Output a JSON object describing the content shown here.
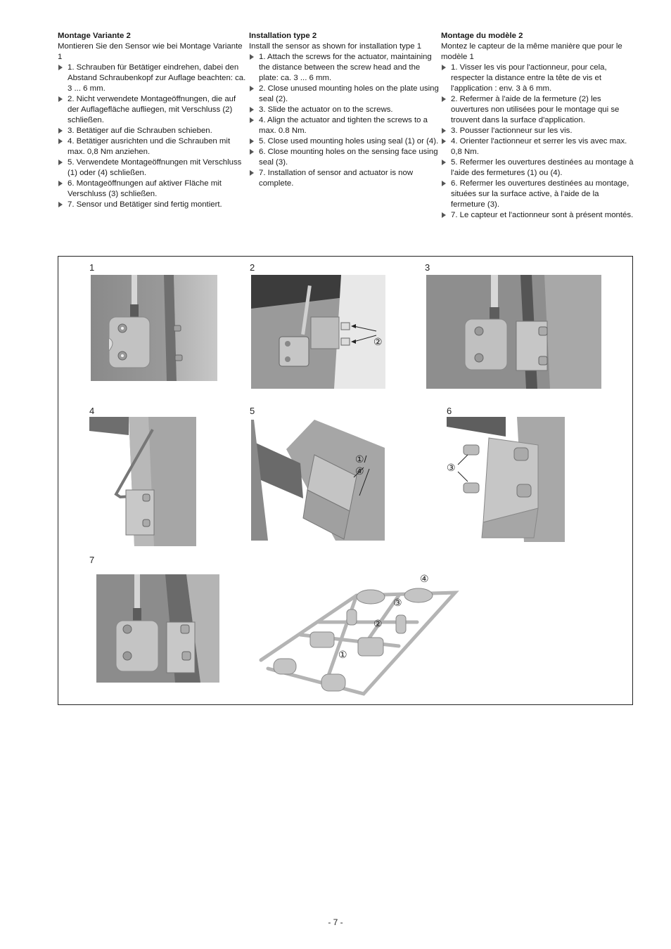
{
  "columns": [
    {
      "title": "Montage Variante 2",
      "intro": "Montieren Sie den Sensor wie bei Montage Variante 1",
      "steps": [
        "1. Schrauben für Betätiger eindrehen, dabei den Abstand Schraubenkopf zur Auflage beachten: ca. 3 ... 6 mm.",
        "2. Nicht verwendete Montageöffnungen, die auf der Auflagefläche aufliegen, mit Verschluss (2) schließen.",
        "3. Betätiger auf die Schrauben schieben.",
        "4. Betätiger ausrichten und die Schrauben mit max. 0,8 Nm anziehen.",
        "5. Verwendete Montageöffnungen mit Verschluss (1) oder (4) schließen.",
        "6. Montageöffnungen auf aktiver Fläche mit Verschluss (3) schließen.",
        "7. Sensor und Betätiger sind fertig montiert."
      ]
    },
    {
      "title": "Installation type 2",
      "intro": "Install the sensor as shown for installation type 1",
      "steps": [
        "1. Attach the screws for the actuator, maintaining the distance between the screw head and the plate: ca. 3 ... 6 mm.",
        "2. Close unused mounting holes on the plate using seal (2).",
        "3. Slide the actuator on to the screws.",
        "4. Align the actuator and tighten the screws to a max. 0.8 Nm.",
        "5. Close used mounting holes using seal (1) or (4).",
        "6. Close mounting holes on the sensing face using seal (3).",
        "7. Installation of sensor and actuator is now complete."
      ]
    },
    {
      "title": "Montage du modèle 2",
      "intro": "Montez le capteur de la même manière que pour le modèle 1",
      "steps": [
        "1. Visser les vis pour l'actionneur, pour cela, respecter la distance entre la tête de vis et l'application : env. 3 à 6 mm.",
        "2. Refermer à l'aide de la fermeture (2) les ouvertures non utilisées pour le montage qui se trouvent dans la surface d'application.",
        "3. Pousser l'actionneur sur les vis.",
        "4. Orienter l'actionneur et serrer les vis avec max. 0,8 Nm.",
        "5. Refermer les ouvertures destinées au montage à l'aide des fermetures (1) ou (4).",
        "6. Refermer les ouvertures destinées au montage, situées sur la surface active, à l'aide de la fermeture (3).",
        "7. Le capteur et l'actionneur sont à présent montés."
      ]
    }
  ],
  "figures": {
    "labels": [
      "1",
      "2",
      "3",
      "4",
      "5",
      "6",
      "7"
    ],
    "callouts": {
      "fig2": "②",
      "fig5": "①/④",
      "fig6": "③",
      "sprue": [
        "①",
        "②",
        "③",
        "④"
      ]
    }
  },
  "footer": {
    "page_number": "- 7 -"
  }
}
